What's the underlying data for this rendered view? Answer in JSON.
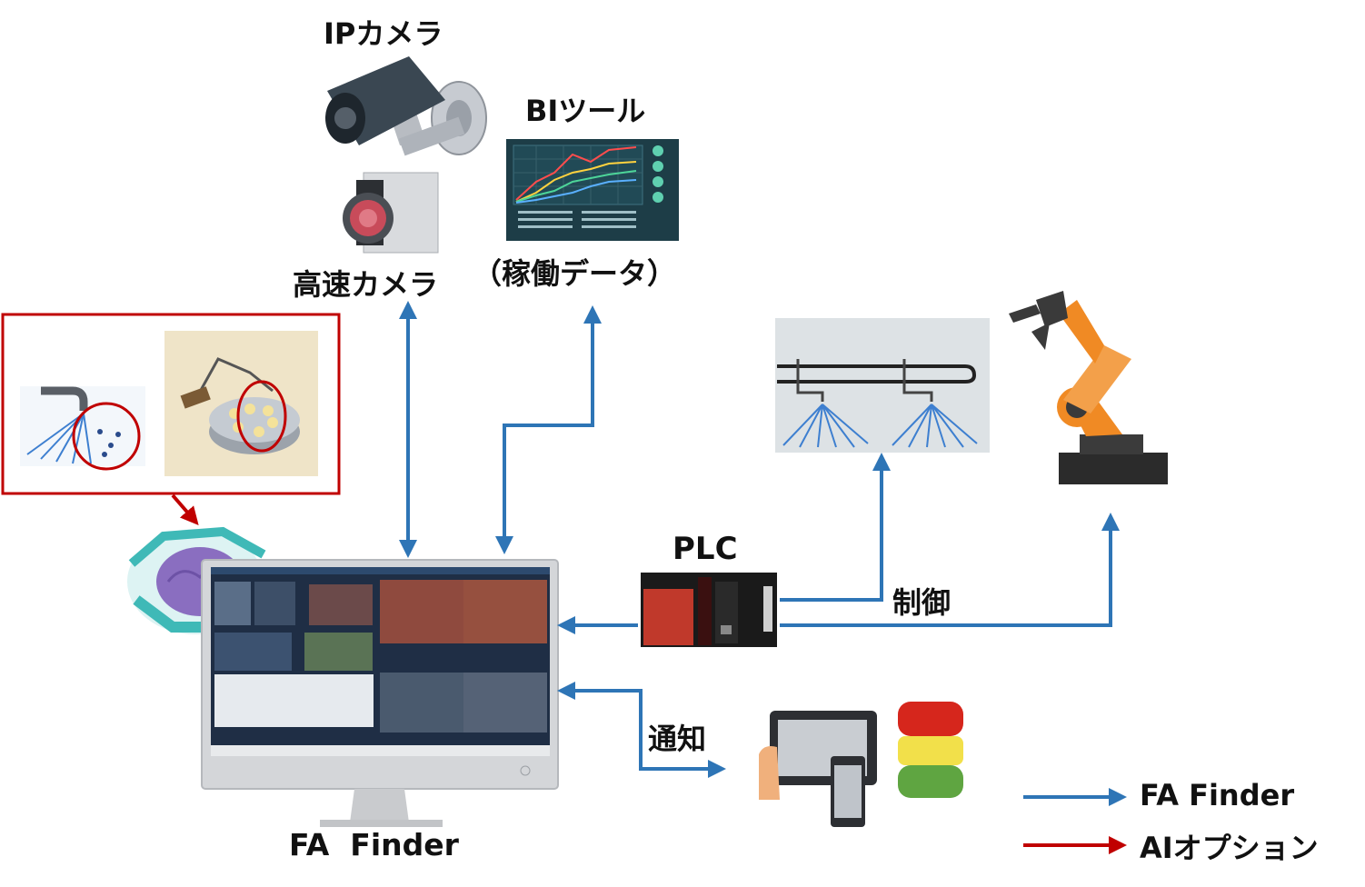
{
  "labels": {
    "ip_camera": "IPカメラ",
    "bi_tool": "BIツール",
    "highspeed_camera": "高速カメラ",
    "operation_data": "（稼働データ）",
    "plc": "PLC",
    "control": "制御",
    "notify": "通知",
    "fa_finder": "FA  Finder"
  },
  "legend": {
    "items": [
      {
        "label": "FA Finder",
        "color": "#2e75b6"
      },
      {
        "label": "AIオプション",
        "color": "#c00000"
      }
    ]
  },
  "colors": {
    "blue_arrow": "#2e75b6",
    "red_arrow": "#c00000",
    "robot_orange": "#f08a24",
    "plc_red": "#c0392b"
  }
}
